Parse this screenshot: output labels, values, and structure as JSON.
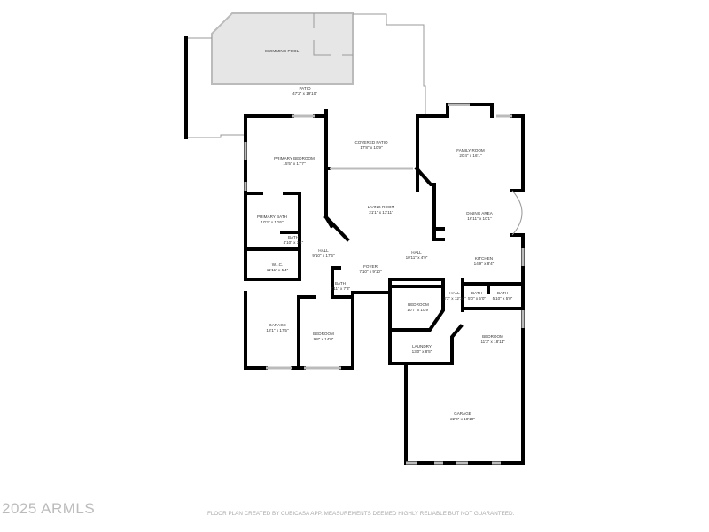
{
  "rooms": [
    {
      "id": "pool",
      "name": "SWIMMING POOL",
      "dims": ""
    },
    {
      "id": "patio",
      "name": "PATIO",
      "dims": "47'2\" x 19'10\""
    },
    {
      "id": "covered_patio",
      "name": "COVERED PATIO",
      "dims": "17'8\" x 10'9\""
    },
    {
      "id": "family_room",
      "name": "FAMILY ROOM",
      "dims": "20'4\" x 16'1\""
    },
    {
      "id": "primary_bedroom",
      "name": "PRIMARY BEDROOM",
      "dims": "15'5\" x 17'7\""
    },
    {
      "id": "living_room",
      "name": "LIVING ROOM",
      "dims": "21'1\" x 13'11\""
    },
    {
      "id": "dining_area",
      "name": "DINING AREA",
      "dims": "16'11\" x 10'1\""
    },
    {
      "id": "primary_bath",
      "name": "PRIMARY BATH",
      "dims": "10'2\" x 10'6\""
    },
    {
      "id": "bath_1",
      "name": "BATH",
      "dims": "4'10\" x 3'1\""
    },
    {
      "id": "hall_1",
      "name": "HALL",
      "dims": "9'10\" x 17'6\""
    },
    {
      "id": "hall_2",
      "name": "HALL",
      "dims": "10'11\" x 4'9\""
    },
    {
      "id": "kitchen",
      "name": "KITCHEN",
      "dims": "14'9\" x 8'4\""
    },
    {
      "id": "wic",
      "name": "W.I.C.",
      "dims": "11'11\" x 5'4\""
    },
    {
      "id": "foyer",
      "name": "FOYER",
      "dims": "7'10\" x 9'10\""
    },
    {
      "id": "bath_2",
      "name": "BATH",
      "dims": "2'11\" x 7'3\""
    },
    {
      "id": "hall_3",
      "name": "HALL",
      "dims": "3'3\" x 12'10\""
    },
    {
      "id": "bath_3",
      "name": "BATH",
      "dims": "5'0\" x 5'0\""
    },
    {
      "id": "bath_4",
      "name": "BATH",
      "dims": "5'10\" x 5'0\""
    },
    {
      "id": "bedroom_1",
      "name": "BEDROOM",
      "dims": "10'7\" x 10'9\""
    },
    {
      "id": "garage_1",
      "name": "GARAGE",
      "dims": "18'1\" x 17'5\""
    },
    {
      "id": "bedroom_2",
      "name": "BEDROOM",
      "dims": "9'8\" x 14'0\""
    },
    {
      "id": "bedroom_3",
      "name": "BEDROOM",
      "dims": "11'3\" x 18'11\""
    },
    {
      "id": "laundry",
      "name": "LAUNDRY",
      "dims": "13'0\" x 8'5\""
    },
    {
      "id": "garage_2",
      "name": "GARAGE",
      "dims": "22'6\" x 18'10\""
    }
  ],
  "footer": {
    "copyright": "2025 ARMLS",
    "disclaimer": "FLOOR PLAN CREATED BY CUBICASA APP. MEASUREMENTS DEEMED HIGHLY RELIABLE BUT NOT GUARANTEED."
  },
  "colors": {
    "walls": "#000000",
    "pool_fill": "#e6e6e6",
    "watermark": "#bbbbbb"
  }
}
